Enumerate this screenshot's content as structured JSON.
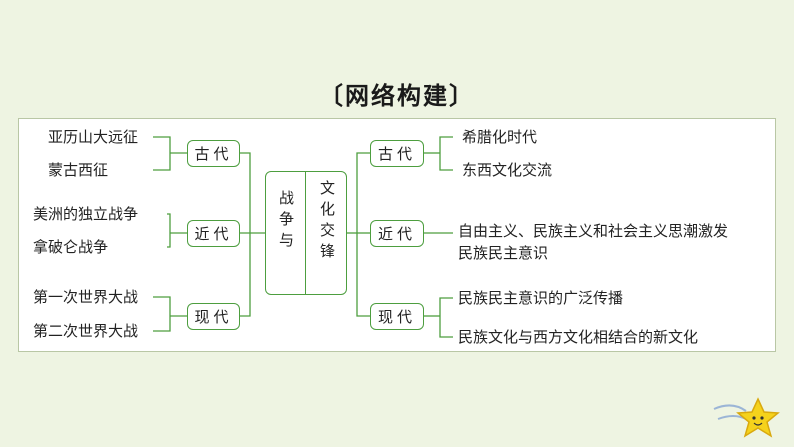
{
  "title": "〔网络构建〕",
  "center": {
    "left_text": "战争与",
    "right_text": "文化交锋"
  },
  "left": {
    "groups": [
      {
        "era": "古代",
        "items": [
          "亚历山大远征",
          "蒙古西征"
        ]
      },
      {
        "era": "近代",
        "items": [
          "美洲的独立战争",
          "拿破仑战争"
        ]
      },
      {
        "era": "现代",
        "items": [
          "第一次世界大战",
          "第二次世界大战"
        ]
      }
    ]
  },
  "right": {
    "groups": [
      {
        "era": "古代",
        "items": [
          "希腊化时代",
          "东西文化交流"
        ]
      },
      {
        "era": "近代",
        "lines": [
          "自由主义、民族主义和社会主义思潮激发",
          "民族民主意识"
        ]
      },
      {
        "era": "现代",
        "items": [
          "民族民主意识的广泛传播",
          "民族文化与西方文化相结合的新文化"
        ]
      }
    ]
  },
  "colors": {
    "line": "#4d9e3f",
    "background": "#eef4e2",
    "star": "#f5d21c"
  },
  "icons": [
    "star-icon"
  ]
}
